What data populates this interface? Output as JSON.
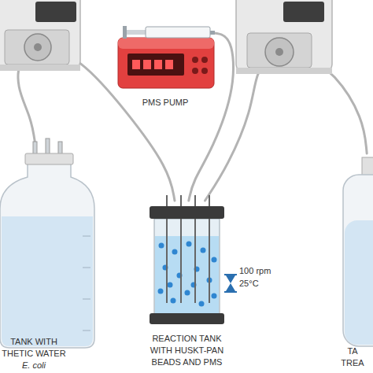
{
  "diagram": {
    "nodes": [
      {
        "text": [
          "PMS PUMP"
        ]
      },
      {
        "text": [
          "TANK WITH THETIC WATER",
          "E. coli"
        ]
      },
      {
        "text": [
          "REACTION TANK WITH HUSKT-PAN BEADS AND PMS"
        ]
      },
      {
        "text": [
          "TA TREA"
        ]
      }
    ],
    "edges": [
      {
        "from": 1,
        "to": 2,
        "arrow": "none"
      },
      {
        "from": 0,
        "to": 2,
        "arrow": "none"
      },
      {
        "from": 2,
        "to": 3,
        "arrow": "none"
      }
    ],
    "labels": [
      "100 rpm",
      "25°C"
    ]
  }
}
